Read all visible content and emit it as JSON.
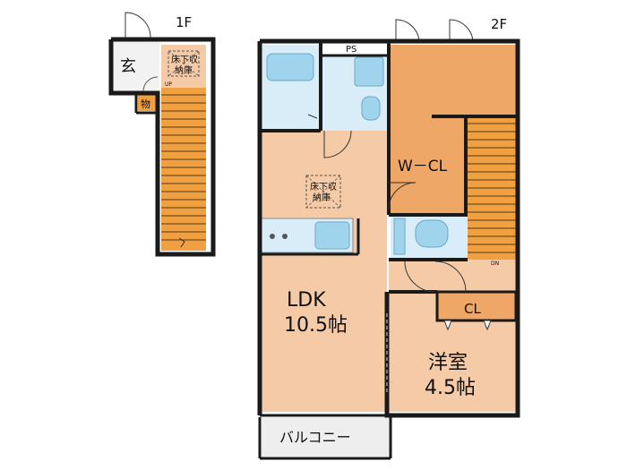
{
  "floors": {
    "first": "1F",
    "second": "2F"
  },
  "rooms": {
    "entrance": "玄",
    "storage": "物",
    "underfloor_1f_line1": "床下収",
    "underfloor_1f_line2": "納庫",
    "ps": "PS",
    "walk_in_closet": "W－CL",
    "underfloor_2f_line1": "床下収",
    "underfloor_2f_line2": "納庫",
    "ldk_name": "LDK",
    "ldk_size": "10.5帖",
    "closet": "CL",
    "western_name": "洋室",
    "western_size": "4.5帖",
    "balcony": "バルコニー",
    "stair_dn": "DN",
    "stair_up": "UP"
  },
  "colors": {
    "floor_wood": "#f5cba7",
    "closet_orange": "#eea766",
    "wet_blue": "#d9edf8",
    "fixture_blue": "#9fd4ec",
    "stair_orange": "#f0a040",
    "balcony_gray": "#eeeeee",
    "wall": "#1a1a1a"
  }
}
